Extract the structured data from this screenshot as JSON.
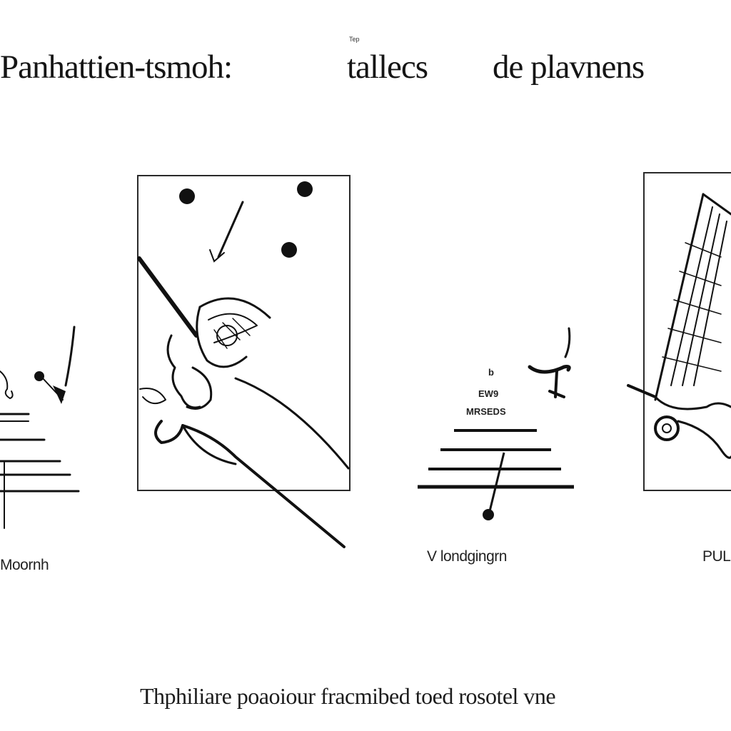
{
  "title": {
    "prefix": "Panhattien-tsmoh:",
    "superscript": "Tep",
    "word2": "tallecs",
    "word3": "de plavnens"
  },
  "panels": [
    {
      "caption": "Moornh"
    },
    {
      "caption": "",
      "dots": 3
    },
    {
      "caption": "V londgingrn",
      "labels": [
        "b",
        "EW9",
        "MRSEDS"
      ]
    },
    {
      "caption": "PUL"
    }
  ],
  "footer": "Thphiliare poaoiour fracmibed toed rosotel vne",
  "colors": {
    "ink": "#111111",
    "background": "#ffffff",
    "frame": "#2a2a2a"
  }
}
